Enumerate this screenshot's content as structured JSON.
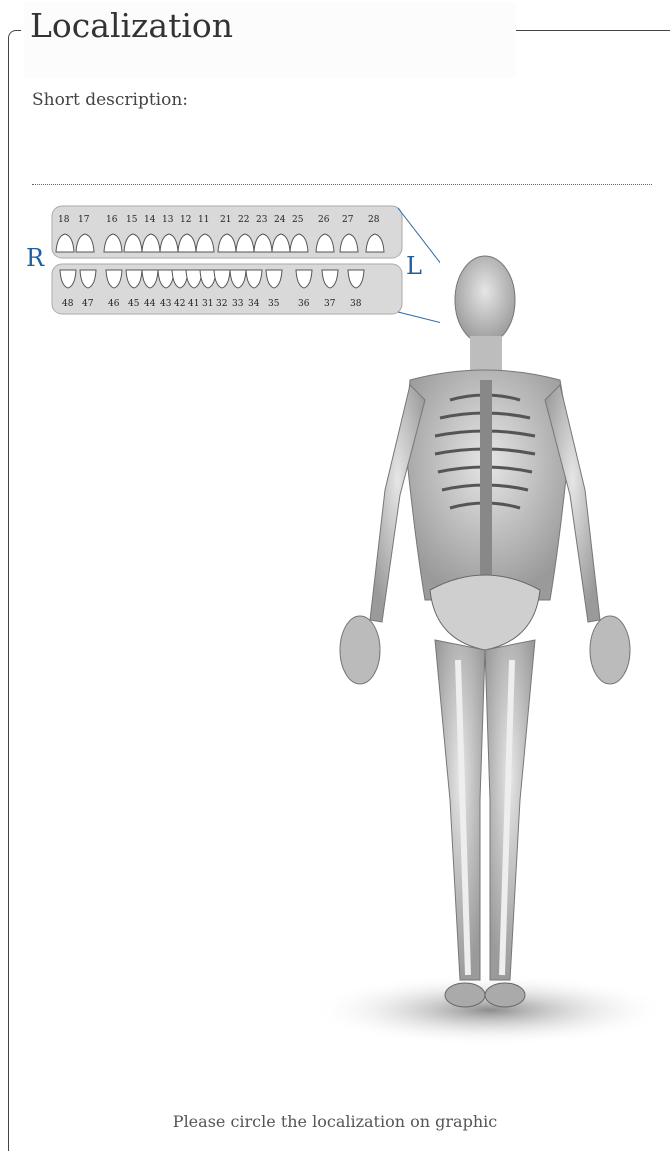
{
  "section": {
    "title": "Localization"
  },
  "description": {
    "label": "Short description:",
    "value": ""
  },
  "dental_chart": {
    "right_label": "R",
    "left_label": "L",
    "upper_teeth": [
      "18",
      "17",
      "16",
      "15",
      "14",
      "13",
      "12",
      "11",
      "21",
      "22",
      "23",
      "24",
      "25",
      "26",
      "27",
      "28"
    ],
    "lower_teeth": [
      "48",
      "47",
      "46",
      "45",
      "44",
      "43",
      "42",
      "41",
      "31",
      "32",
      "33",
      "34",
      "35",
      "36",
      "37",
      "38"
    ]
  },
  "instruction": "Please circle the localization on graphic",
  "colors": {
    "accent": "#1d5fa0",
    "frame": "#444444",
    "text": "#333333"
  }
}
